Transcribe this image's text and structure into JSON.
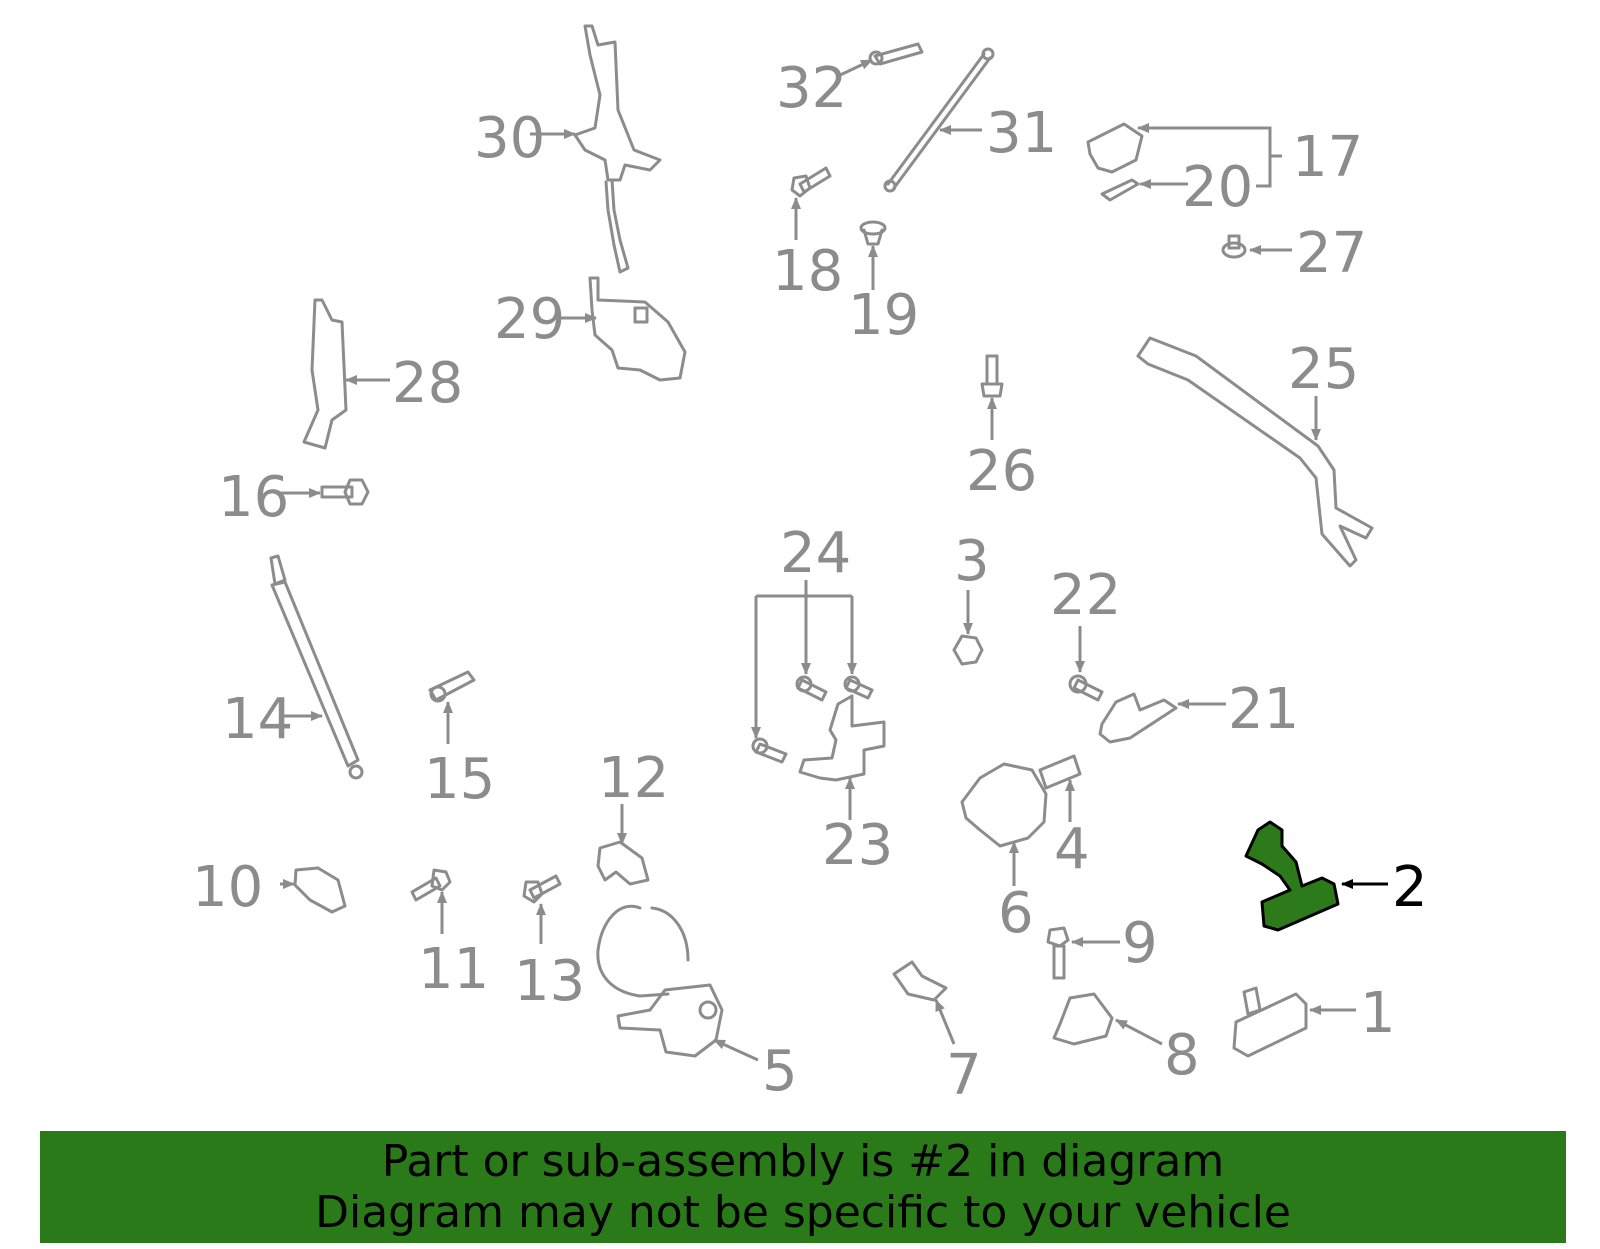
{
  "callouts": {
    "c1": "1",
    "c2": "2",
    "c3": "3",
    "c4": "4",
    "c5": "5",
    "c6": "6",
    "c7": "7",
    "c8": "8",
    "c9": "9",
    "c10": "10",
    "c11": "11",
    "c12": "12",
    "c13": "13",
    "c14": "14",
    "c15": "15",
    "c16": "16",
    "c17": "17",
    "c18": "18",
    "c19": "19",
    "c20": "20",
    "c21": "21",
    "c22": "22",
    "c23": "23",
    "c24": "24",
    "c25": "25",
    "c26": "26",
    "c27": "27",
    "c28": "28",
    "c29": "29",
    "c30": "30",
    "c31": "31",
    "c32": "32"
  },
  "highlighted_part": "2",
  "colors": {
    "highlight": "#2d7a1a",
    "banner": "#2a7a1a",
    "line": "#8c8c8c"
  },
  "banner": {
    "line1": "Part or sub-assembly is #2 in diagram",
    "line2": "Diagram may not be specific to your vehicle"
  }
}
